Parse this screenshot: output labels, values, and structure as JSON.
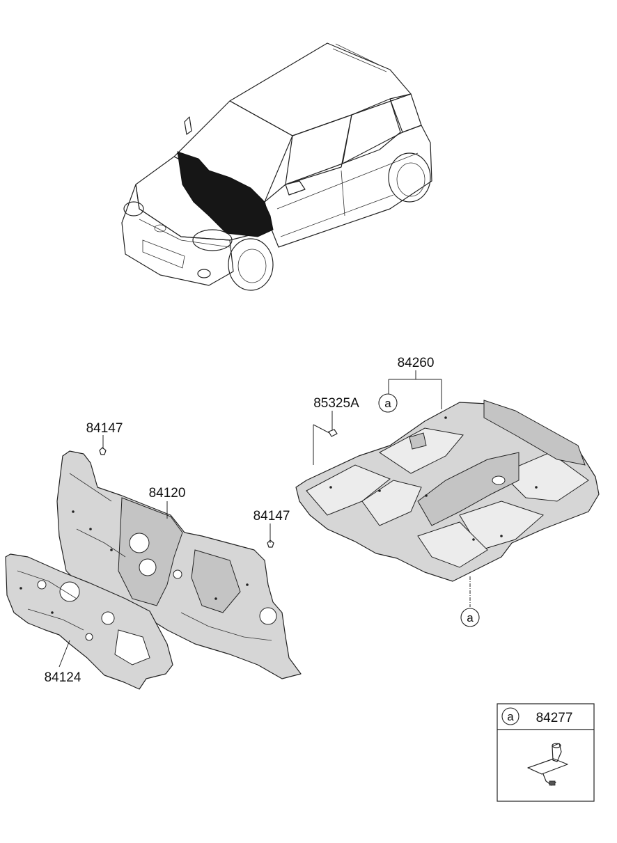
{
  "labels": {
    "dash_panel": "84120",
    "dash_insulator": "84124",
    "fastener_left": "84147",
    "fastener_right": "84147",
    "floor_carpet": "84260",
    "clip": "85325A",
    "ref_a_top": "a",
    "ref_a_bottom": "a",
    "detail_ref": "a",
    "detail_part": "84277"
  }
}
